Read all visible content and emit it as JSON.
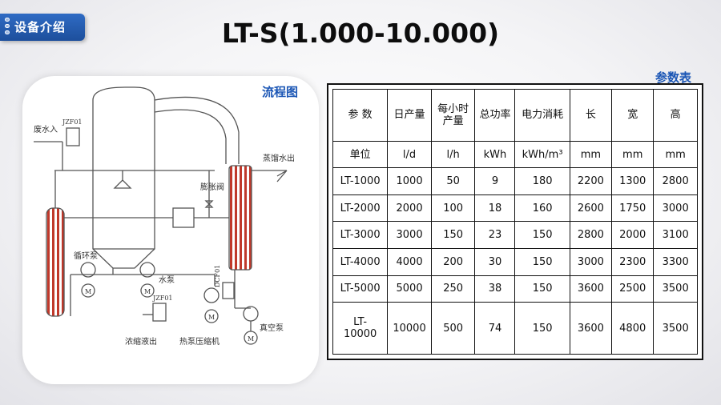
{
  "header": {
    "tag_label": "设备介绍",
    "title": "LT-S(1.000-10.000)"
  },
  "diagram": {
    "label": "流程图",
    "annotations": {
      "waste_in": "废水入",
      "jzf01_top": "JZF01",
      "steam_out": "蒸馏水出",
      "expansion_valve": "膨胀阀",
      "circ_pump": "循环泵",
      "water_pump": "水泵",
      "dcf01": "DCF01",
      "jzf01_bottom": "JZF01",
      "conc_out": "浓缩液出",
      "compressor": "热泵压缩机",
      "vacuum_pump": "真空泵",
      "motor": "M"
    }
  },
  "table": {
    "caption": "参数表",
    "headers": [
      "参  数",
      "日产量",
      "每小时\n产量",
      "总功率",
      "电力消耗",
      "长",
      "宽",
      "高"
    ],
    "units": [
      "单位",
      "l/d",
      "l/h",
      "kWh",
      "kWh/m³",
      "mm",
      "mm",
      "mm"
    ],
    "rows": [
      [
        "LT-1000",
        "1000",
        "50",
        "9",
        "180",
        "2200",
        "1300",
        "2800"
      ],
      [
        "LT-2000",
        "2000",
        "100",
        "18",
        "160",
        "2600",
        "1750",
        "3000"
      ],
      [
        "LT-3000",
        "3000",
        "150",
        "23",
        "150",
        "2800",
        "2000",
        "3100"
      ],
      [
        "LT-4000",
        "4000",
        "200",
        "30",
        "150",
        "3000",
        "2300",
        "3300"
      ],
      [
        "LT-5000",
        "5000",
        "250",
        "38",
        "150",
        "3600",
        "2500",
        "3500"
      ],
      [
        "LT-\n10000",
        "10000",
        "500",
        "74",
        "150",
        "3600",
        "4800",
        "3500"
      ]
    ]
  }
}
